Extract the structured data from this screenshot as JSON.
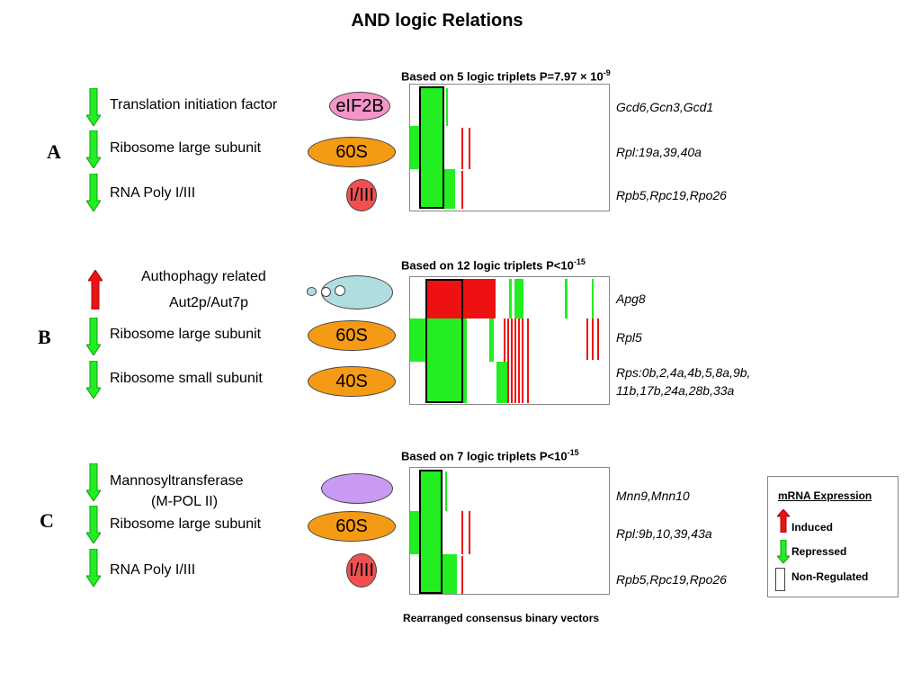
{
  "title": "AND logic Relations",
  "colors": {
    "induced": "#ee1111",
    "repressed": "#22ee22",
    "pink": "#f494c8",
    "orange": "#f59a14",
    "red": "#f05050",
    "lightblue": "#b0dde0",
    "lavender": "#c89af4"
  },
  "sections": [
    {
      "letter": "A",
      "chart_title_main": "Based on 5 logic triplets P=7.97 × 10",
      "chart_title_exp": "-9",
      "rows": [
        {
          "label": "Translation initiation factor",
          "badge": "eIF2B",
          "gene": "Gcd6,Gcn3,Gcd1",
          "expression": "repressed"
        },
        {
          "label": "Ribosome large subunit",
          "badge": "60S",
          "gene": "Rpl:19a,39,40a",
          "expression": "repressed"
        },
        {
          "label": "RNA Poly I/III",
          "badge": "I/III",
          "gene": "Rpb5,Rpc19,Rpo26",
          "expression": "repressed"
        }
      ]
    },
    {
      "letter": "B",
      "chart_title_main": "Based on 12 logic triplets P<10",
      "chart_title_exp": "-15",
      "rows": [
        {
          "label1": "Authophagy related",
          "label2": "Aut2p/Aut7p",
          "badge": "",
          "gene": "Apg8",
          "expression": "induced"
        },
        {
          "label": "Ribosome large subunit",
          "badge": "60S",
          "gene": "Rpl5",
          "expression": "repressed"
        },
        {
          "label": "Ribosome small subunit",
          "badge": "40S",
          "gene1": "Rps:0b,2,4a,4b,5,8a,9b,",
          "gene2": "11b,17b,24a,28b,33a",
          "expression": "repressed"
        }
      ]
    },
    {
      "letter": "C",
      "chart_title_main": "Based on 7 logic triplets P<10",
      "chart_title_exp": "-15",
      "rows": [
        {
          "label1": "Mannosyltransferase",
          "label2": "(M-POL II)",
          "badge": "",
          "gene": "Mnn9,Mnn10",
          "expression": "repressed"
        },
        {
          "label": "Ribosome large subunit",
          "badge": "60S",
          "gene": "Rpl:9b,10,39,43a",
          "expression": "repressed"
        },
        {
          "label": "RNA Poly I/III",
          "badge": "I/III",
          "gene": "Rpb5,Rpc19,Rpo26",
          "expression": "repressed"
        }
      ]
    }
  ],
  "footer": "Rearranged consensus binary vectors",
  "legend": {
    "title": "mRNA Expression",
    "items": [
      {
        "label": "Induced"
      },
      {
        "label": "Repressed"
      },
      {
        "label": "Non-Regulated"
      }
    ]
  }
}
